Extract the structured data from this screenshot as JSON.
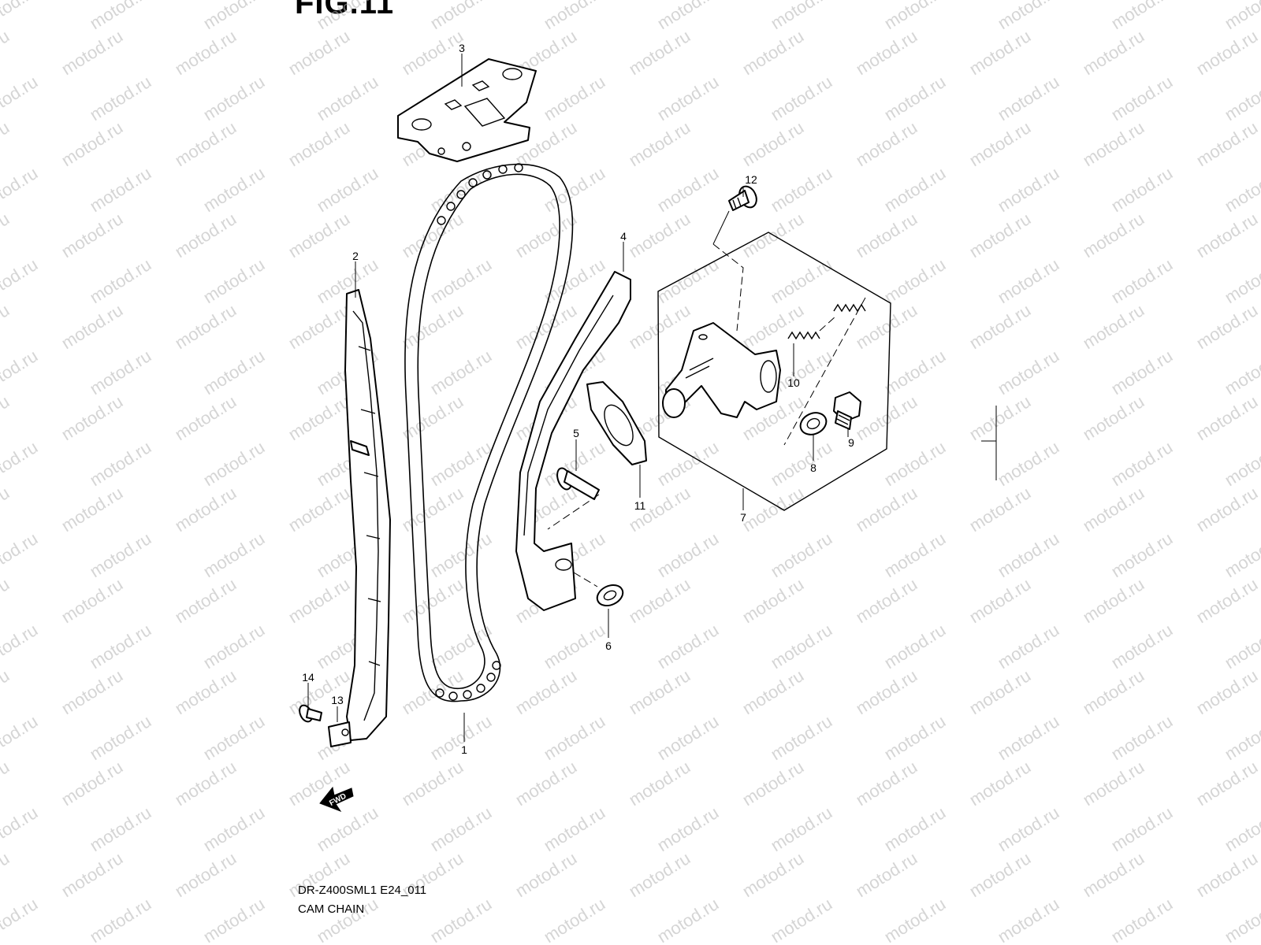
{
  "figure": {
    "title": "FIG.11"
  },
  "watermark": {
    "text": "motod.ru"
  },
  "footer": {
    "model_code": "DR-Z400SML1 E24_011",
    "diagram_name": "CAM CHAIN"
  },
  "fwd_label": "FWD",
  "parts": [
    {
      "id": "part-1",
      "number": "1"
    },
    {
      "id": "part-2",
      "number": "2"
    },
    {
      "id": "part-3",
      "number": "3"
    },
    {
      "id": "part-4",
      "number": "4"
    },
    {
      "id": "part-5",
      "number": "5"
    },
    {
      "id": "part-6",
      "number": "6"
    },
    {
      "id": "part-7",
      "number": "7"
    },
    {
      "id": "part-8",
      "number": "8"
    },
    {
      "id": "part-9",
      "number": "9"
    },
    {
      "id": "part-10",
      "number": "10"
    },
    {
      "id": "part-11",
      "number": "11"
    },
    {
      "id": "part-12",
      "number": "12"
    },
    {
      "id": "part-13",
      "number": "13"
    },
    {
      "id": "part-14",
      "number": "14"
    }
  ]
}
